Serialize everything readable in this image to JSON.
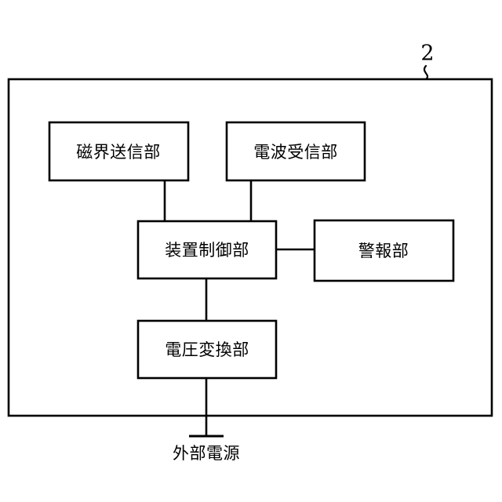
{
  "figure": {
    "type": "block-diagram",
    "reference_numeral": "2",
    "background_color": "#ffffff",
    "line_color": "#000000"
  },
  "enclosure": {
    "name": "device-enclosure",
    "numeral_label": "2"
  },
  "blocks": [
    {
      "id": "magnetic-field-transmitter",
      "label": "磁界送信部"
    },
    {
      "id": "radio-wave-receiver",
      "label": "電波受信部"
    },
    {
      "id": "device-control-unit",
      "label": "装置制御部"
    },
    {
      "id": "alarm-unit",
      "label": "警報部"
    },
    {
      "id": "voltage-converter",
      "label": "電圧変換部"
    }
  ],
  "external": {
    "power_source_label": "外部電源"
  },
  "connections": [
    {
      "from": "magnetic-field-transmitter",
      "to": "device-control-unit"
    },
    {
      "from": "radio-wave-receiver",
      "to": "device-control-unit"
    },
    {
      "from": "device-control-unit",
      "to": "alarm-unit"
    },
    {
      "from": "device-control-unit",
      "to": "voltage-converter"
    },
    {
      "from": "voltage-converter",
      "to": "external-power-source"
    }
  ]
}
